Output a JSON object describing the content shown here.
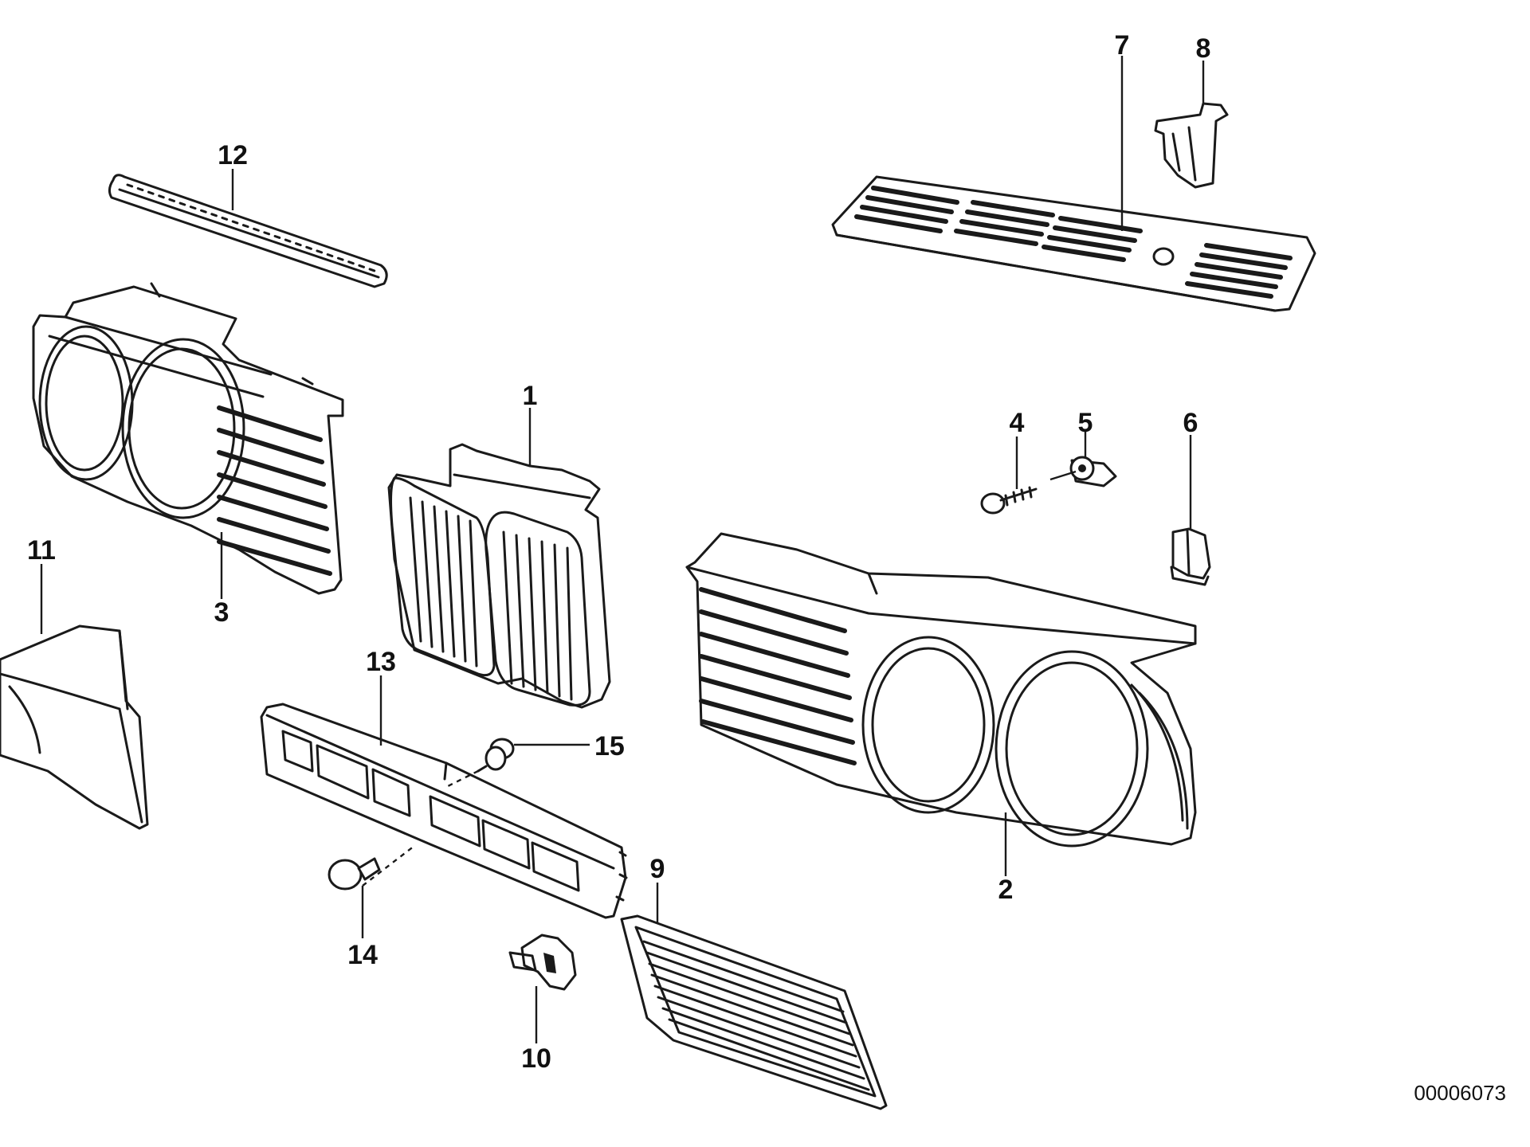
{
  "diagram": {
    "callouts": {
      "p1": "1",
      "p2": "2",
      "p3": "3",
      "p4": "4",
      "p5": "5",
      "p6": "6",
      "p7": "7",
      "p8": "8",
      "p9": "9",
      "p10": "10",
      "p11": "11",
      "p12": "12",
      "p13": "13",
      "p14": "14",
      "p15": "15"
    },
    "reference_number": "00006073"
  }
}
